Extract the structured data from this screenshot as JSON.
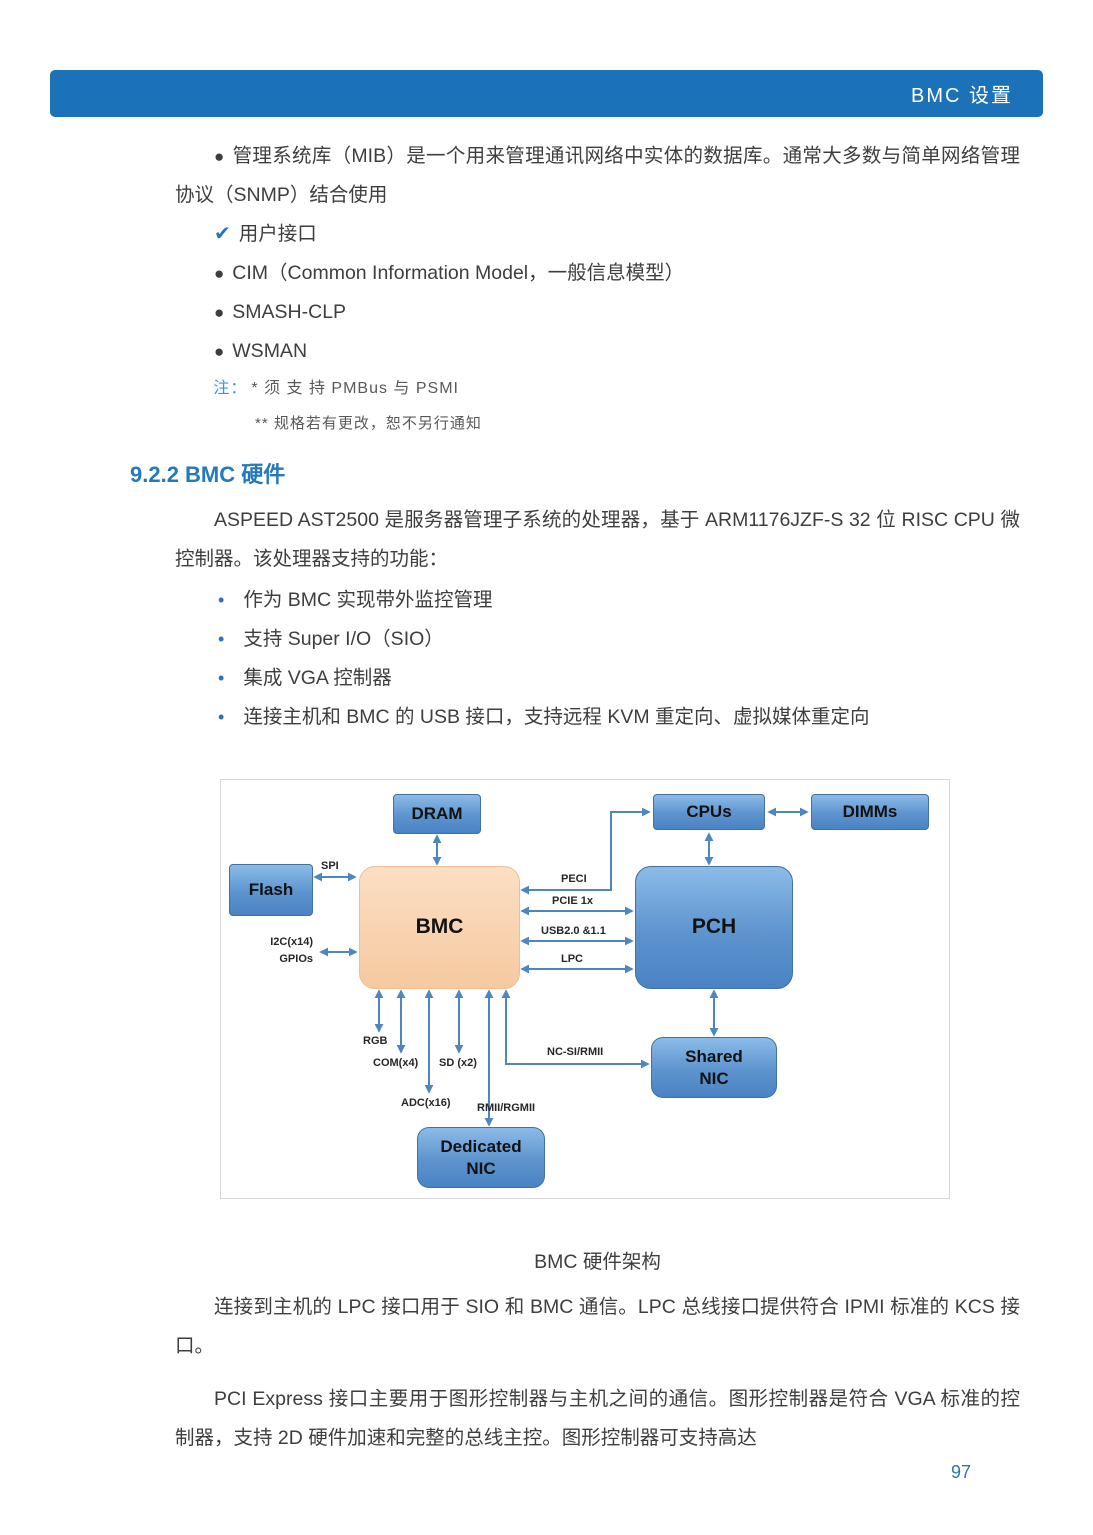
{
  "header": {
    "title": "BMC 设置"
  },
  "glyphs": {
    "dot": "●",
    "check": "✔",
    "bullet": "•"
  },
  "intro": {
    "mib": "管理系统库（MIB）是一个用来管理通讯网络中实体的数据库。通常大多数与简单网络管理协议（SNMP）结合使用",
    "items": [
      {
        "text": "用户接口"
      },
      {
        "text": "CIM（Common Information Model，一般信息模型）"
      },
      {
        "text": "SMASH-CLP"
      },
      {
        "text": "WSMAN"
      }
    ],
    "note_label": "注：",
    "note1": "* 须 支 持 PMBus 与 PSMI",
    "note2": "** 规格若有更改，恕不另行通知"
  },
  "section": {
    "heading": "9.2.2 BMC 硬件",
    "para1": "ASPEED AST2500 是服务器管理子系统的处理器，基于 ARM1176JZF-S 32 位 RISC CPU 微控制器。该处理器支持的功能：",
    "features": [
      "作为 BMC 实现带外监控管理",
      "支持 Super I/O（SIO）",
      "集成 VGA 控制器",
      "连接主机和 BMC 的 USB 接口，支持远程 KVM 重定向、虚拟媒体重定向"
    ]
  },
  "diagram": {
    "boxes": {
      "dram": "DRAM",
      "cpus": "CPUs",
      "dimms": "DIMMs",
      "flash": "Flash",
      "bmc": "BMC",
      "pch": "PCH",
      "shared_nic_l1": "Shared",
      "shared_nic_l2": "NIC",
      "dedicated_nic_l1": "Dedicated",
      "dedicated_nic_l2": "NIC"
    },
    "labels": {
      "spi": "SPI",
      "peci": "PECI",
      "pcie": "PCIE 1x",
      "usb": "USB2.0 &1.1",
      "lpc": "LPC",
      "i2c": "I2C(x14)",
      "gpio": "GPIOs",
      "rgb": "RGB",
      "com": "COM(x4)",
      "sd": "SD (x2)",
      "adc": "ADC(x16)",
      "ncsi": "NC-SI/RMII",
      "rmii": "RMII/RGMII"
    },
    "caption": "BMC 硬件架构"
  },
  "body": {
    "para2": "连接到主机的 LPC 接口用于 SIO 和 BMC 通信。LPC 总线接口提供符合 IPMI 标准的 KCS 接口。",
    "para3": "PCI Express 接口主要用于图形控制器与主机之间的通信。图形控制器是符合 VGA 标准的控制器，支持 2D 硬件加速和完整的总线主控。图形控制器可支持高达"
  },
  "page": {
    "number": "97"
  },
  "colors": {
    "header_bar": "#1b72b8",
    "accent_blue": "#2e74b5",
    "heading_blue": "#2478be",
    "diagram_box_blue": "#5d94ce",
    "diagram_box_border": "#41719c",
    "bmc_box_peach": "#f6c9a0",
    "arrow_blue": "#4e86c0"
  }
}
